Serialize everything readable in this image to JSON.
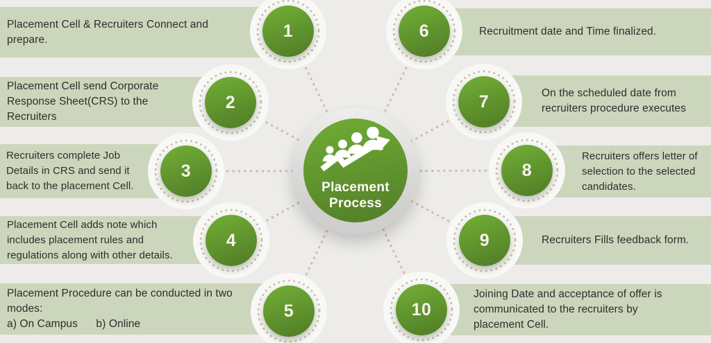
{
  "center": {
    "title_line1": "Placement",
    "title_line2": "Process",
    "icon": "people-growth-arrow-icon"
  },
  "steps": [
    {
      "number": "1",
      "text": "Placement Cell & Recruiters Connect and\nprepare."
    },
    {
      "number": "2",
      "text": "Placement Cell send Corporate\nResponse Sheet(CRS) to the\nRecruiters"
    },
    {
      "number": "3",
      "text": "Recruiters complete Job\nDetails in CRS and send it\nback to the placement Cell."
    },
    {
      "number": "4",
      "text": "Placement Cell adds note which\nincludes placement rules and\nregulations along with other details."
    },
    {
      "number": "5",
      "text": "Placement Procedure can be conducted in two\nmodes:\na) On Campus      b) Online"
    },
    {
      "number": "6",
      "text": "Recruitment date and Time finalized."
    },
    {
      "number": "7",
      "text": "On the scheduled date from\nrecruiters procedure executes"
    },
    {
      "number": "8",
      "text": "Recruiters offers letter of\nselection to the selected\ncandidates."
    },
    {
      "number": "9",
      "text": "Recruiters Fills feedback form."
    },
    {
      "number": "10",
      "text": "Joining Date and acceptance of offer is\ncommunicated to the recruiters by\nplacement Cell."
    }
  ],
  "colors": {
    "background": "#edecea",
    "band_green": "#ccd6bd",
    "node_green_top": "#6fab34",
    "node_green_bottom": "#517d27",
    "dotted_tan": "#c8c1a7",
    "halo_white": "#f8f8f6",
    "ring_gray": "#d0cfcd",
    "body_text": "#2e2d2b",
    "number_text": "#f5f3ec"
  }
}
